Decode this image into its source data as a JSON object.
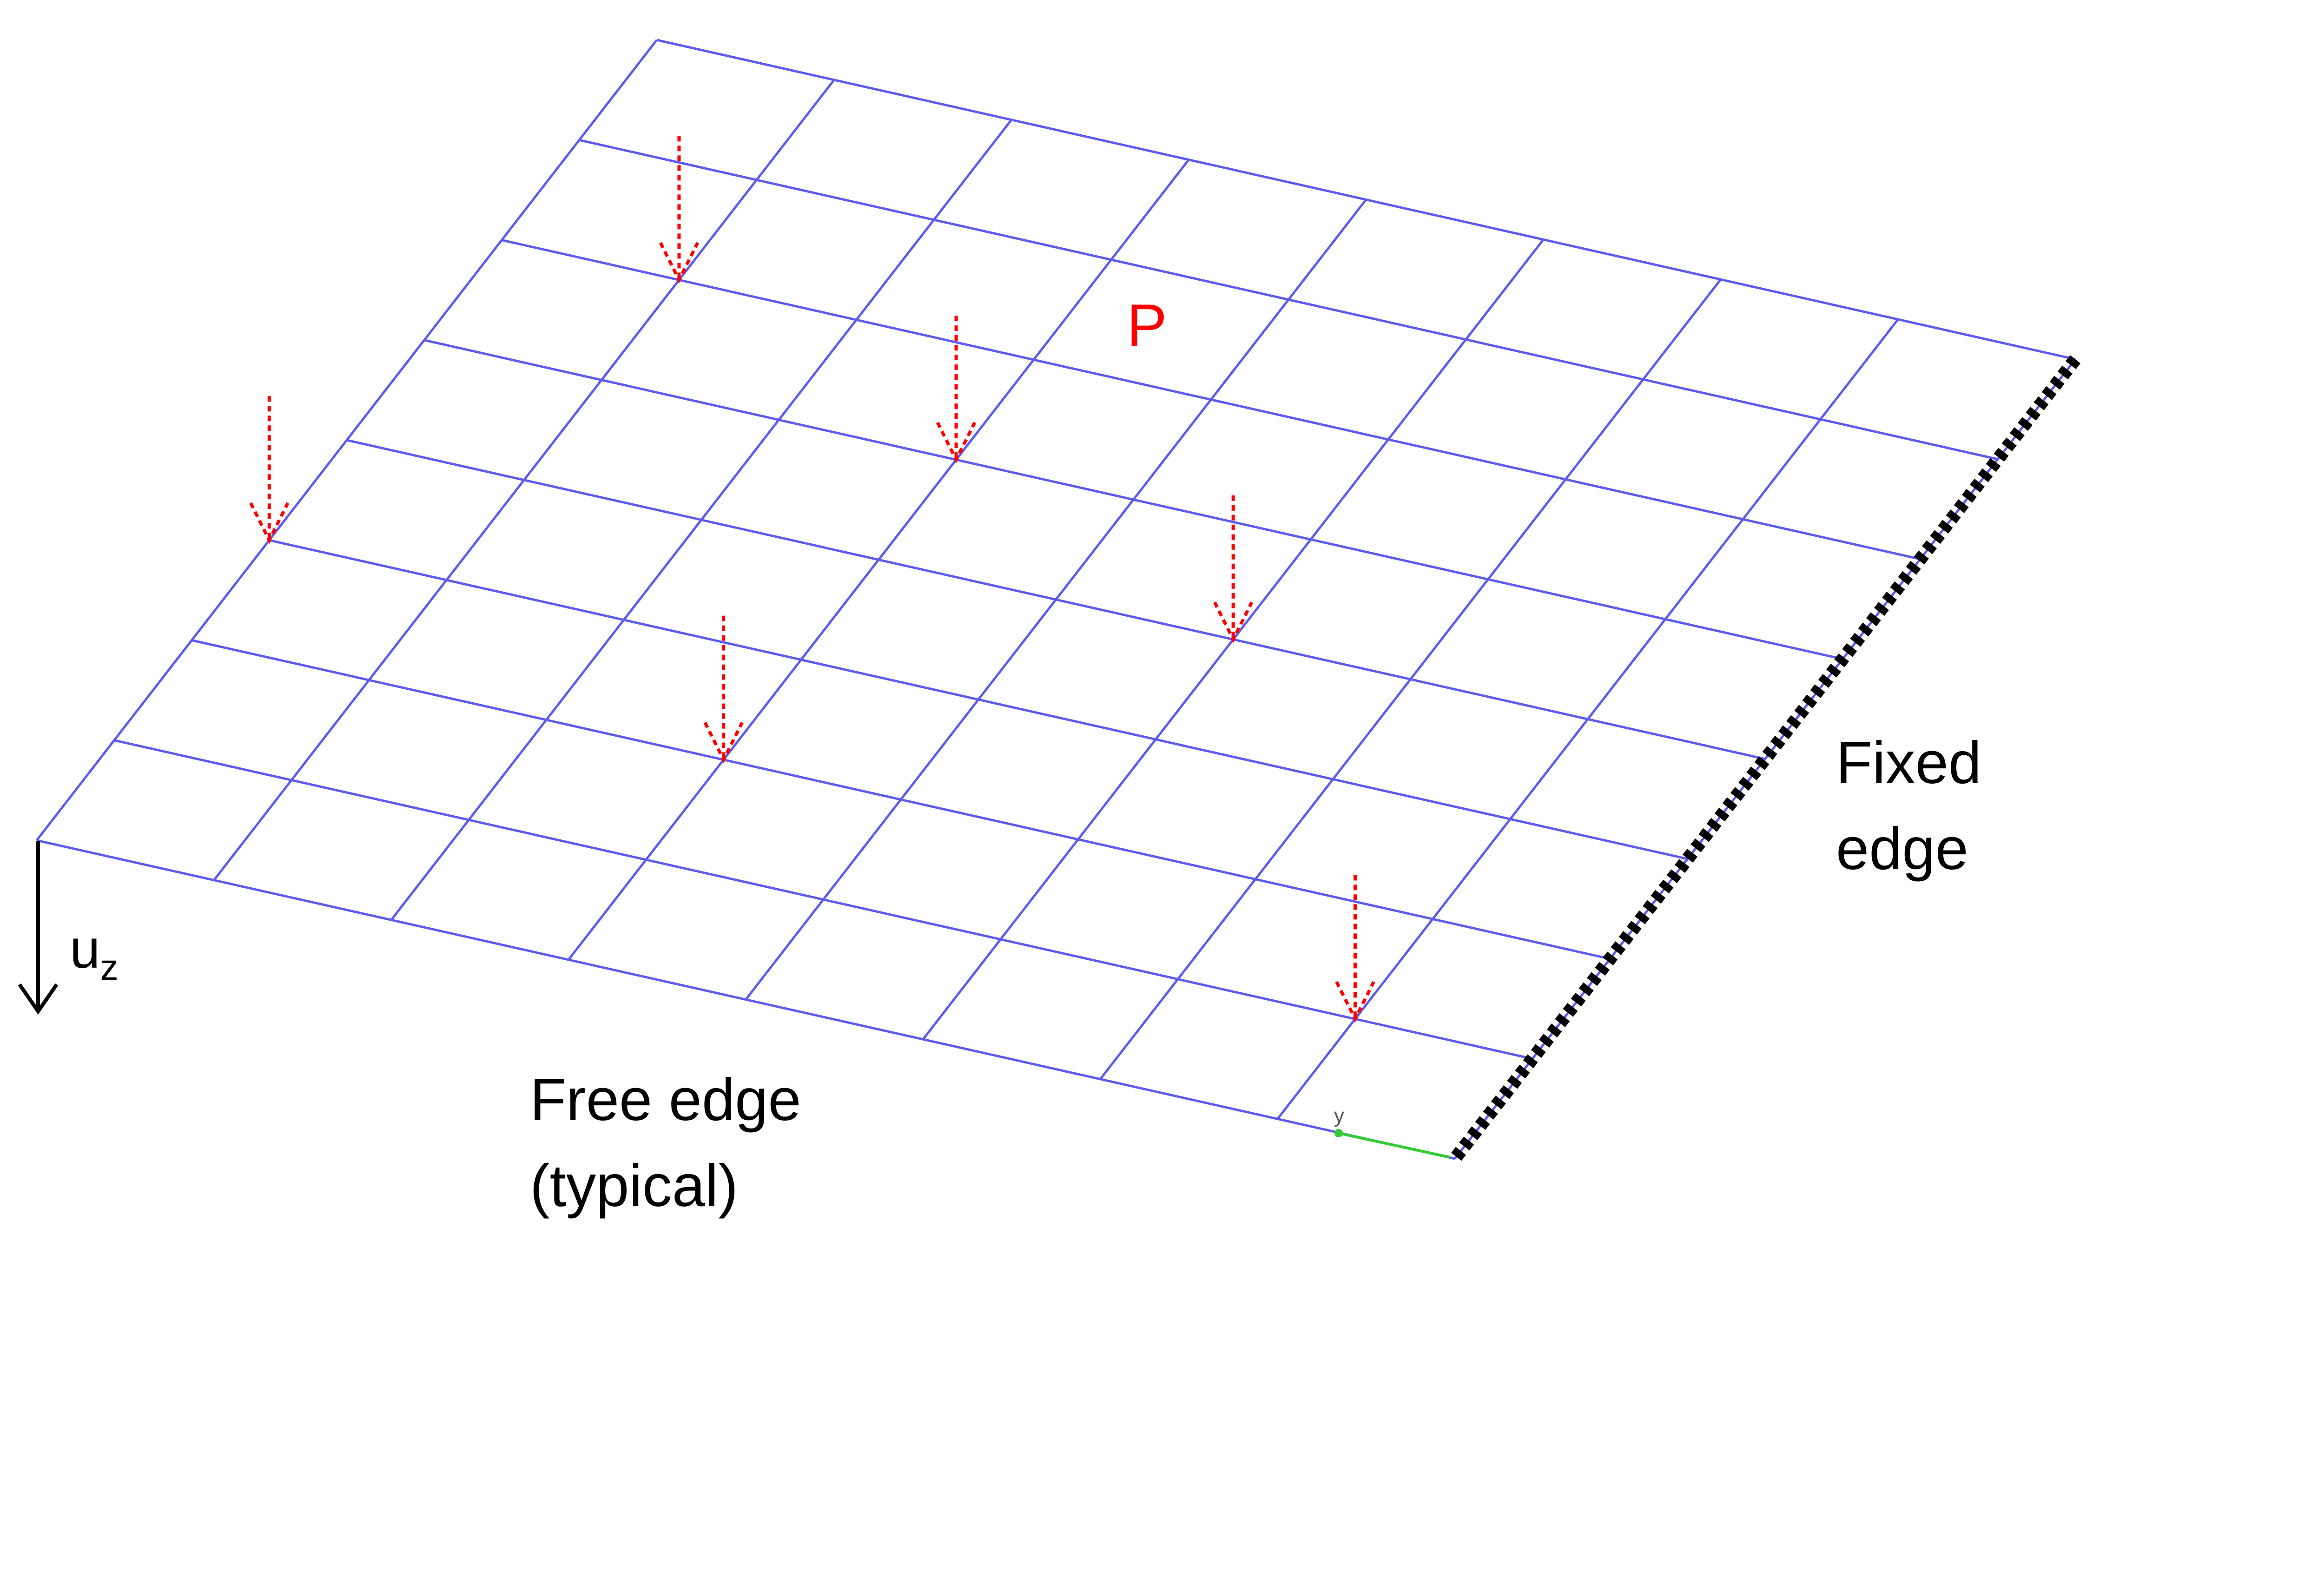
{
  "labels": {
    "load": "P",
    "fixed_edge_line1": "Fixed",
    "fixed_edge_line2": "edge",
    "free_edge_line1": "Free edge",
    "free_edge_line2": "(typical)",
    "displacement_main": "u",
    "displacement_sub": "z",
    "axis_y": "y"
  },
  "mesh": {
    "divisions_u": 8,
    "divisions_v": 8
  },
  "load_arrows": [
    {
      "u": 1,
      "v": 2
    },
    {
      "u": 3,
      "v": 3
    },
    {
      "u": 5,
      "v": 4
    },
    {
      "u": 0,
      "v": 5
    },
    {
      "u": 3,
      "v": 6
    },
    {
      "u": 7,
      "v": 7
    }
  ],
  "colors": {
    "mesh": "#5b5bf0",
    "load": "#ff0000",
    "fixed_edge": "#000000",
    "axis": "#33cc33",
    "text": "#000000"
  }
}
